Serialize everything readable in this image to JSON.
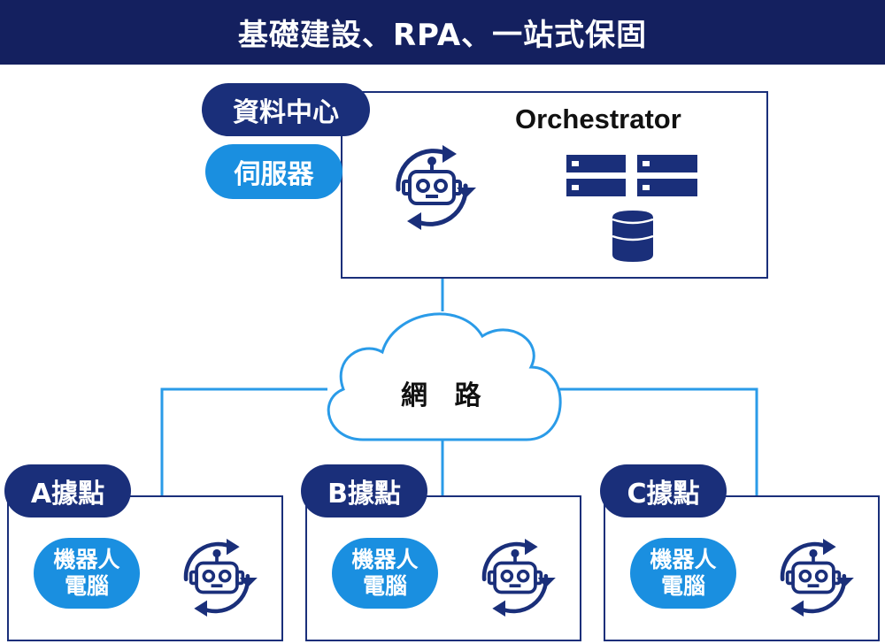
{
  "title": "基礎建設、RPA、一站式保固",
  "datacenter": {
    "label_primary": "資料中心",
    "label_secondary": "伺服器",
    "orchestrator": "Orchestrator"
  },
  "network": {
    "label": "網 路"
  },
  "sites": [
    {
      "label": "A據點",
      "pc_line1": "機器人",
      "pc_line2": "電腦"
    },
    {
      "label": "B據點",
      "pc_line1": "機器人",
      "pc_line2": "電腦"
    },
    {
      "label": "C據點",
      "pc_line1": "機器人",
      "pc_line2": "電腦"
    }
  ],
  "colors": {
    "navy": "#14205f",
    "dark_blue": "#1a2f7a",
    "light_blue": "#1a8fe0",
    "line_blue": "#2a9be8"
  },
  "icons": [
    "robot-cycle-icon",
    "server-rack-icon",
    "database-icon",
    "cloud-icon"
  ]
}
